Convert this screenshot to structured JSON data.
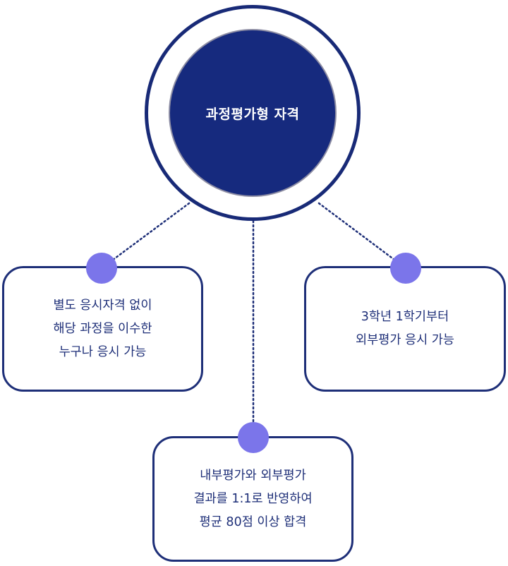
{
  "center": {
    "title": "과정평가형 자격"
  },
  "boxes": {
    "left": {
      "lines": [
        "별도 응시자격 없이",
        "해당 과정을 이수한",
        "누구나 응시 가능"
      ]
    },
    "right": {
      "lines": [
        "3학년 1학기부터",
        "외부평가 응시 가능"
      ]
    },
    "bottom": {
      "lines": [
        "내부평가와 외부평가",
        "결과를 1:1로 반영하여",
        "평균 80점 이상 합격"
      ]
    }
  },
  "colors": {
    "navy": "#162a7e",
    "border_navy": "#1e2f78",
    "dot_purple": "#7b75ea"
  }
}
